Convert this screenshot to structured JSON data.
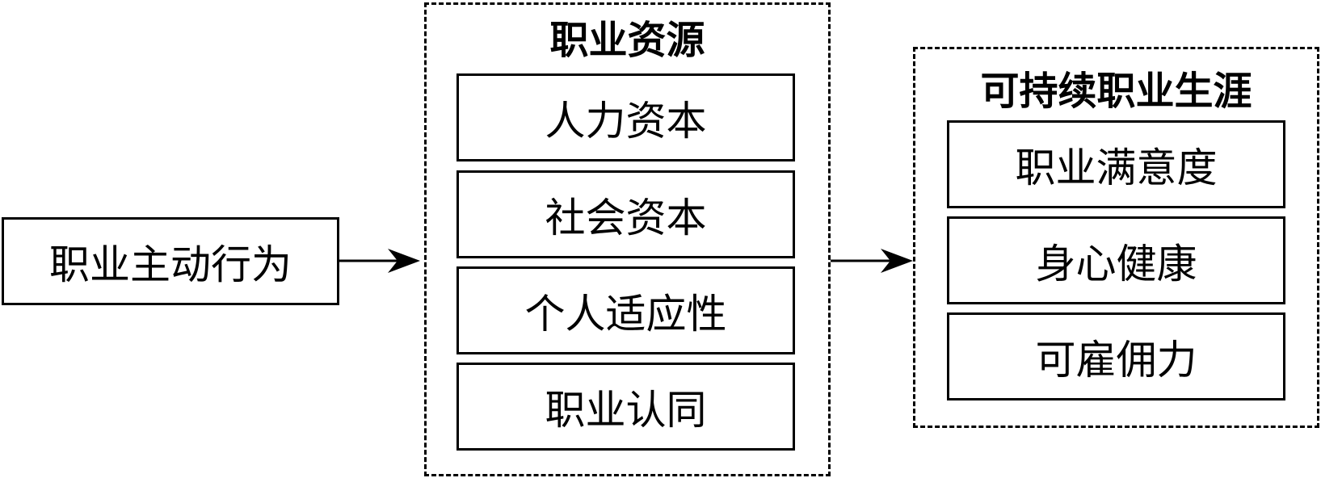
{
  "source": {
    "label": "职业主动行为"
  },
  "career_resources": {
    "title": "职业资源",
    "items": [
      "人力资本",
      "社会资本",
      "个人适应性",
      "职业认同"
    ]
  },
  "sustainable_career": {
    "title": "可持续职业生涯",
    "items": [
      "职业满意度",
      "身心健康",
      "可雇佣力"
    ]
  }
}
